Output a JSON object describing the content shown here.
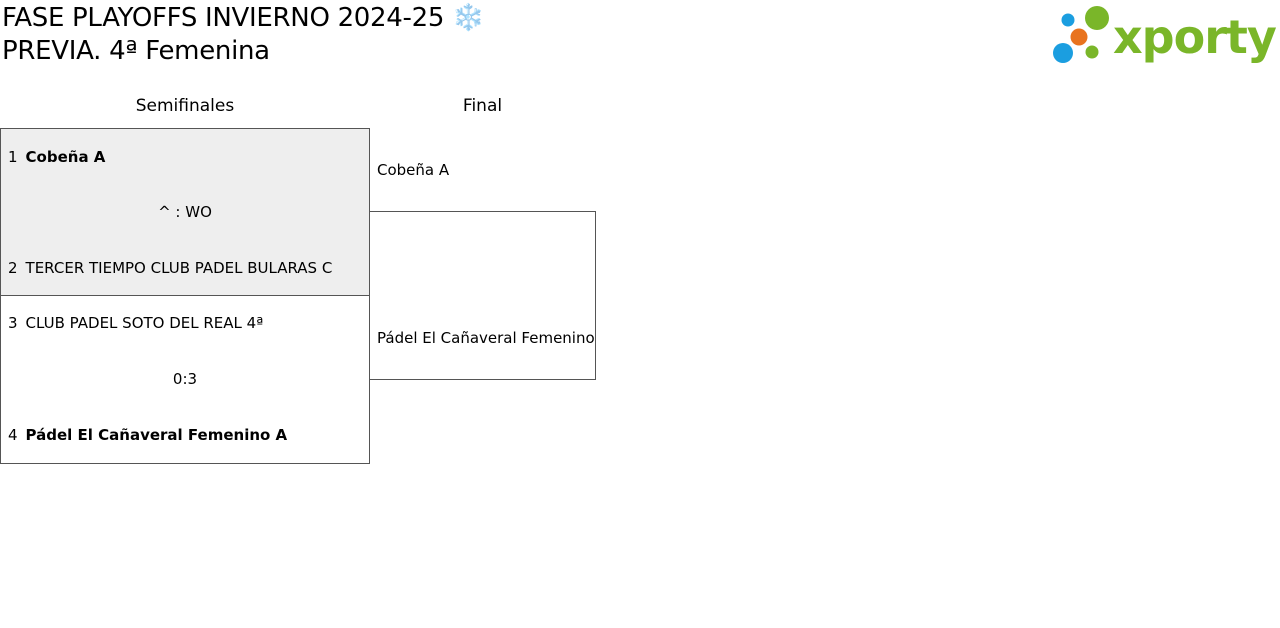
{
  "header": {
    "title_line1": "FASE PLAYOFFS INVIERNO 2024-25 ❄️",
    "title_line2": "PREVIA. 4ª Femenina"
  },
  "logo": {
    "text": "xporty",
    "colors": {
      "blue": "#1b9ee0",
      "orange": "#e8731e",
      "green": "#7ab629"
    }
  },
  "rounds": {
    "semifinals_label": "Semifinales",
    "final_label": "Final"
  },
  "semifinals": [
    {
      "highlighted": true,
      "team1": {
        "seed": "1",
        "name": "Cobeña A",
        "winner": true
      },
      "result": "^ : WO",
      "team2": {
        "seed": "2",
        "name": "TERCER TIEMPO CLUB PADEL BULARAS C",
        "winner": false
      }
    },
    {
      "highlighted": false,
      "team1": {
        "seed": "3",
        "name": "CLUB PADEL SOTO DEL REAL 4ª",
        "winner": false
      },
      "result": "0:3",
      "team2": {
        "seed": "4",
        "name": "Pádel El Cañaveral Femenino A",
        "winner": true
      }
    }
  ],
  "final": {
    "team1": "Cobeña A",
    "team2": "Pádel El Cañaveral Femenino A"
  }
}
